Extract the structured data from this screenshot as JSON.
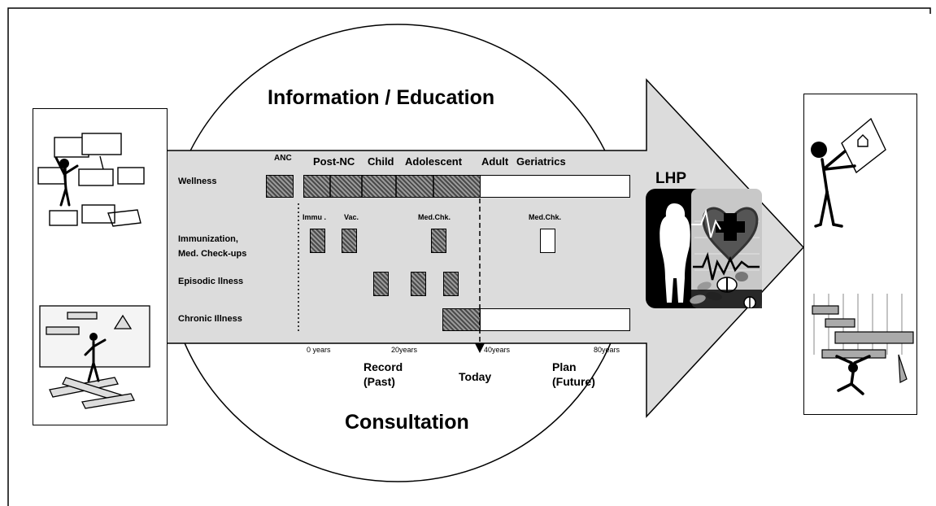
{
  "title": "Information / Education",
  "bottom_title": "Consultation",
  "lhp_label": "LHP",
  "stages": [
    "ANC",
    "Post-NC",
    "Child",
    "Adolescent",
    "Adult",
    "Geriatrics"
  ],
  "rows": {
    "wellness": "Wellness",
    "immunization_line1": "Immunization,",
    "immunization_line2": "Med. Check-ups",
    "episodic": "Episodic llness",
    "chronic": "Chronic Illness"
  },
  "sub_labels": {
    "immu": "Immu .",
    "vac": "Vac.",
    "medchk_past": "Med.Chk.",
    "medchk_future": "Med.Chk."
  },
  "timeline": {
    "ticks": [
      "0 years",
      "20years",
      "40years",
      "80years"
    ],
    "record_line1": "Record",
    "record_line2": "(Past)",
    "today": "Today",
    "plan_line1": "Plan",
    "plan_line2": "(Future)"
  },
  "colors": {
    "arrow_fill": "#dcdcdc",
    "hatch_dark": "#4a4a4a",
    "hatch_light": "#9a9a9a"
  }
}
